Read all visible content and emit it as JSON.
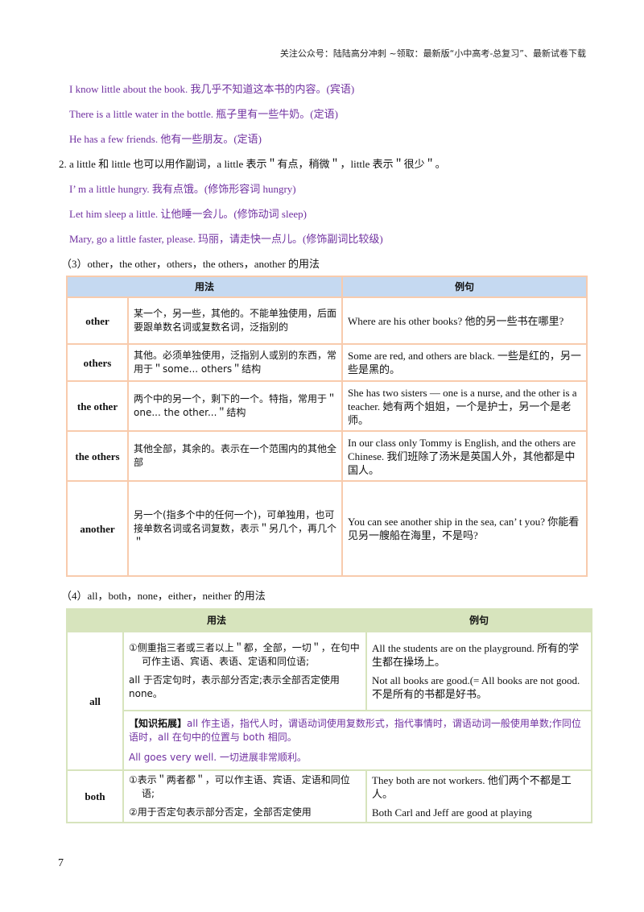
{
  "header": "关注公众号：陆陆高分冲刺 ~领取：最新版“小中高考-总复习”、最新试卷下载",
  "lines_top": [
    "I know little about the book. 我几乎不知道这本书的内容。(宾语)",
    "There is a little water in the bottle. 瓶子里有一些牛奶。(定语)",
    "He has a few friends. 他有一些朋友。(定语)"
  ],
  "point2": "2. a little 和 little 也可以用作副词，a little 表示＂有点，稍微＂，little 表示＂很少＂。",
  "lines_adv": [
    "I’ m a little hungry. 我有点饿。(修饰形容词 hungry)",
    "Let him sleep a little. 让他睡一会儿。(修饰动词 sleep)",
    "Mary, go a little faster, please. 玛丽，请走快一点儿。(修饰副词比较级)"
  ],
  "section3": "（3）other，the other，others，the others，another 的用法",
  "table1": {
    "headers": [
      "用法",
      "例句"
    ],
    "rows": [
      {
        "key": "other",
        "usage": "某一个，另一些，其他的。不能单独使用，后面要跟单数名词或复数名词，泛指别的",
        "example": "Where are his other books? 他的另一些书在哪里?"
      },
      {
        "key": "others",
        "usage": "其他。必须单独使用，泛指别人或别的东西，常用于＂some... others＂结构",
        "example": "Some are red, and others are black. 一些是红的，另一些是黑的。"
      },
      {
        "key": "the other",
        "usage": "两个中的另一个，剩下的一个。特指，常用于＂one... the other...＂结构",
        "example": "She has two sisters — one is a nurse, and the other is a teacher. 她有两个姐姐，一个是护士，另一个是老师。"
      },
      {
        "key": "the others",
        "usage": "其他全部，其余的。表示在一个范围内的其他全部",
        "example": "In our class only Tommy is English, and the others are Chinese. 我们班除了汤米是英国人外，其他都是中国人。"
      },
      {
        "key": "another",
        "usage": "另一个(指多个中的任何一个)，可单独用，也可接单数名词或名词复数，表示＂另几个，再几个＂",
        "example": "You can see another ship in the sea, can’ t you? 你能看见另一艘船在海里，不是吗?"
      }
    ]
  },
  "section4": "（4）all，both，none，either，neither 的用法",
  "table2": {
    "headers": [
      "用法",
      "例句"
    ],
    "all": {
      "key": "all",
      "usage1": "①侧重指三者或三者以上＂都，全部，一切＂，在句中可作主语、宾语、表语、定语和同位语;",
      "usage2": "all 于否定句时，表示部分否定;表示全部否定使用 none。",
      "example1": "All the students are on the playground. 所有的学生都在操场上。",
      "example2": "Not all books are good.(= All books are not good. 不是所有的书都是好书。",
      "tip_label": "【知识拓展】",
      "tip": "all 作主语，指代人时，谓语动词使用复数形式，指代事情时，谓语动词一般使用单数;作同位语时，all 在句中的位置与 both 相同。",
      "tip_example": "All goes very well. 一切进展非常顺利。"
    },
    "both": {
      "key": "both",
      "usage1": "①表示＂两者都＂，可以作主语、宾语、定语和同位语;",
      "usage2": "②用于否定句表示部分否定，全部否定使用",
      "example1": "They both are not workers. 他们两个不都是工人。",
      "example2": "Both Carl and Jeff are good at playing"
    }
  },
  "page_number": "7"
}
